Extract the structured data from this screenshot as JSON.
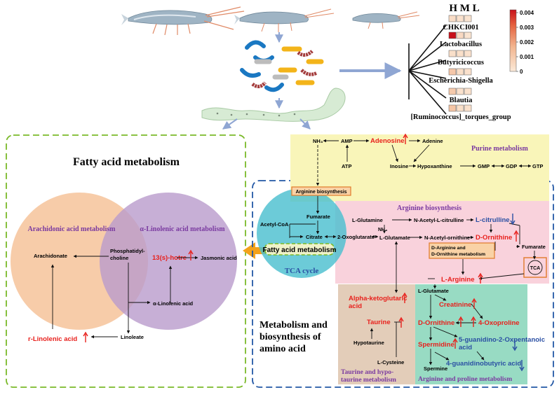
{
  "colors": {
    "red": "#e8201c",
    "blue": "#2a4fa3",
    "purple": "#7a3aa0",
    "green_dash": "#7ab929",
    "blue_dash": "#2257a5",
    "purine_bg": "#f9f5b9",
    "arginine_bg": "#f9d2dc",
    "taurine_bg": "#e3cdb9",
    "proline_bg": "#98dbc3",
    "arachidonic_fill": "#f6c39a",
    "linolenic_fill": "#b99bcc",
    "tca_fill": "#4cc0cf",
    "heat_low": "#fbe9d8",
    "heat_high": "#d7282c"
  },
  "heatmap": {
    "header": "H M L",
    "taxa": [
      {
        "name": "CHKCI001",
        "levels": [
          0.0005,
          0.0003,
          0.0002
        ]
      },
      {
        "name": "Lactobacillus",
        "levels": [
          0.004,
          0.0006,
          0.0002
        ]
      },
      {
        "name": "Butyricicoccus",
        "levels": [
          0.0004,
          0.0004,
          0.0003
        ]
      },
      {
        "name": "Escherichia-Shigella",
        "levels": [
          0.0013,
          0.0004,
          0.0003
        ]
      },
      {
        "name": "Blautia",
        "levels": [
          0.0012,
          0.0003,
          0.0003
        ]
      },
      {
        "name": "[Ruminococcus]_torques_group",
        "levels": [
          0.0014,
          0.0004,
          0.0003
        ]
      }
    ],
    "scale_ticks": [
      "0.004",
      "0.003",
      "0.002",
      "0.001",
      "0"
    ],
    "scale_max": 0.004
  },
  "fatty_acid": {
    "title": "Fatty acid metabolism",
    "arachidonic_label": "Arachidonic acid metabolism",
    "linolenic_label": "α-Linolenic acid metabolism",
    "arachidonate": "Arachidonate",
    "phosphatidylcholine": "Phosphatidyl-choline",
    "hotre": "13(s)-hotre",
    "jasmonic": "Jasmonic acid",
    "alpha_linolenic": "α-Linolenic acid",
    "linoleate": "Linoleate",
    "r_linolenic": "r-Linolenic acid"
  },
  "amino": {
    "section_title": "Metabolism and biosynthesis of amino acid",
    "purine_title": "Purine metabolism",
    "nh3": "NH₃",
    "amp": "AMP",
    "adenosine": "Adenosine",
    "adenine": "Adenine",
    "atp": "ATP",
    "inosine": "Inosine",
    "hypoxanthine": "Hypoxanthine",
    "gmp": "GMP",
    "gdp": "GDP",
    "gtp": "GTP",
    "arg_biosynth_box": "Arginine biosynthesis",
    "arg_biosynth_title": "Arginine biosynthesis",
    "fumarate": "Fumarate",
    "acetyl_coa": "Acetyl-CoA",
    "citrate": "Citrate",
    "oxoglutarate": "2-Oxoglutarate",
    "fatty_box": "Fatty acid metabolism",
    "tca_label": "TCA cycle",
    "l_glutamine": "L-Glutamine",
    "n_acetyl_citrulline": "N-Acetyl-L-citrulline",
    "l_citrulline": "L-citrulline",
    "nh3_small": "NH₃",
    "l_glutamate": "L-Glutamate",
    "n_acetyl_ornithine": "N-Acetyl-ornithine",
    "d_ornithine_top": "D-Ornithine",
    "d_arg_metab": "D-Arginine and D-Ornithine metabolism",
    "fumarate_right": "Fumarate",
    "tca_small": "TCA",
    "l_arginine": "L-Arginine",
    "alpha_keto": "Alpha-ketoglutaric acid",
    "taurine": "Taurine",
    "hypotaurine": "Hypotaurine",
    "l_cysteine": "L-Cysteine",
    "taurine_title": "Taurine and hypo-taurine metabolism",
    "l_glutamate2": "L-Glutamate",
    "creatinine": "Creatinine",
    "d_ornithine": "D-Ornithine",
    "oxoproline": "4-Oxoproline",
    "spermidine": "Spermidine",
    "guanidino_oxo": "5-guanidino-2-Oxpentanoic acid",
    "spermine": "Spermine",
    "guanidinobutyric": "4-guanidinobutyric acid",
    "proline_title": "Arginine and proline metabolism"
  }
}
